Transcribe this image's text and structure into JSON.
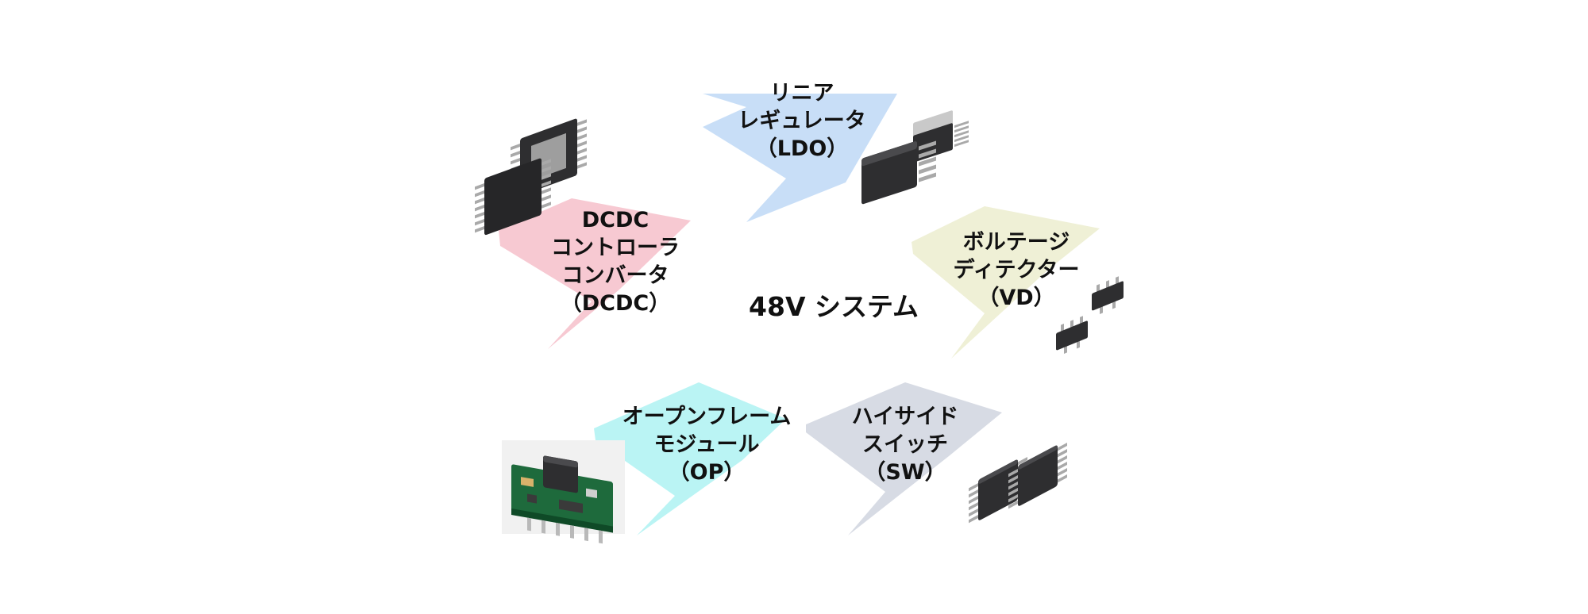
{
  "center_title": "48V システム",
  "colors": {
    "ldo": "#c5dcf7",
    "dcdc": "#f7c6d0",
    "vd": "#eeefd4",
    "op": "#b6f3f3",
    "sw": "#d5d9e3",
    "chip_body": "#2e2e30",
    "chip_pin": "#a9a9a9",
    "pcb": "#1e6a3c"
  },
  "nodes": [
    {
      "id": "ldo",
      "lines": [
        "リニア",
        "レギュレータ",
        "（LDO）"
      ],
      "icon": "to252-package-icon"
    },
    {
      "id": "dcdc",
      "lines": [
        "DCDC",
        "コントローラ",
        "コンバータ",
        "（DCDC）"
      ],
      "icon": "htssop-package-icon"
    },
    {
      "id": "vd",
      "lines": [
        "ボルテージ",
        "ディテクター",
        "（VD）"
      ],
      "icon": "sot23-package-icon"
    },
    {
      "id": "op",
      "lines": [
        "オープンフレーム",
        "モジュール",
        "（OP）"
      ],
      "icon": "pcb-module-icon"
    },
    {
      "id": "sw",
      "lines": [
        "ハイサイド",
        "スイッチ",
        "（SW）"
      ],
      "icon": "ssop-package-icon"
    }
  ]
}
